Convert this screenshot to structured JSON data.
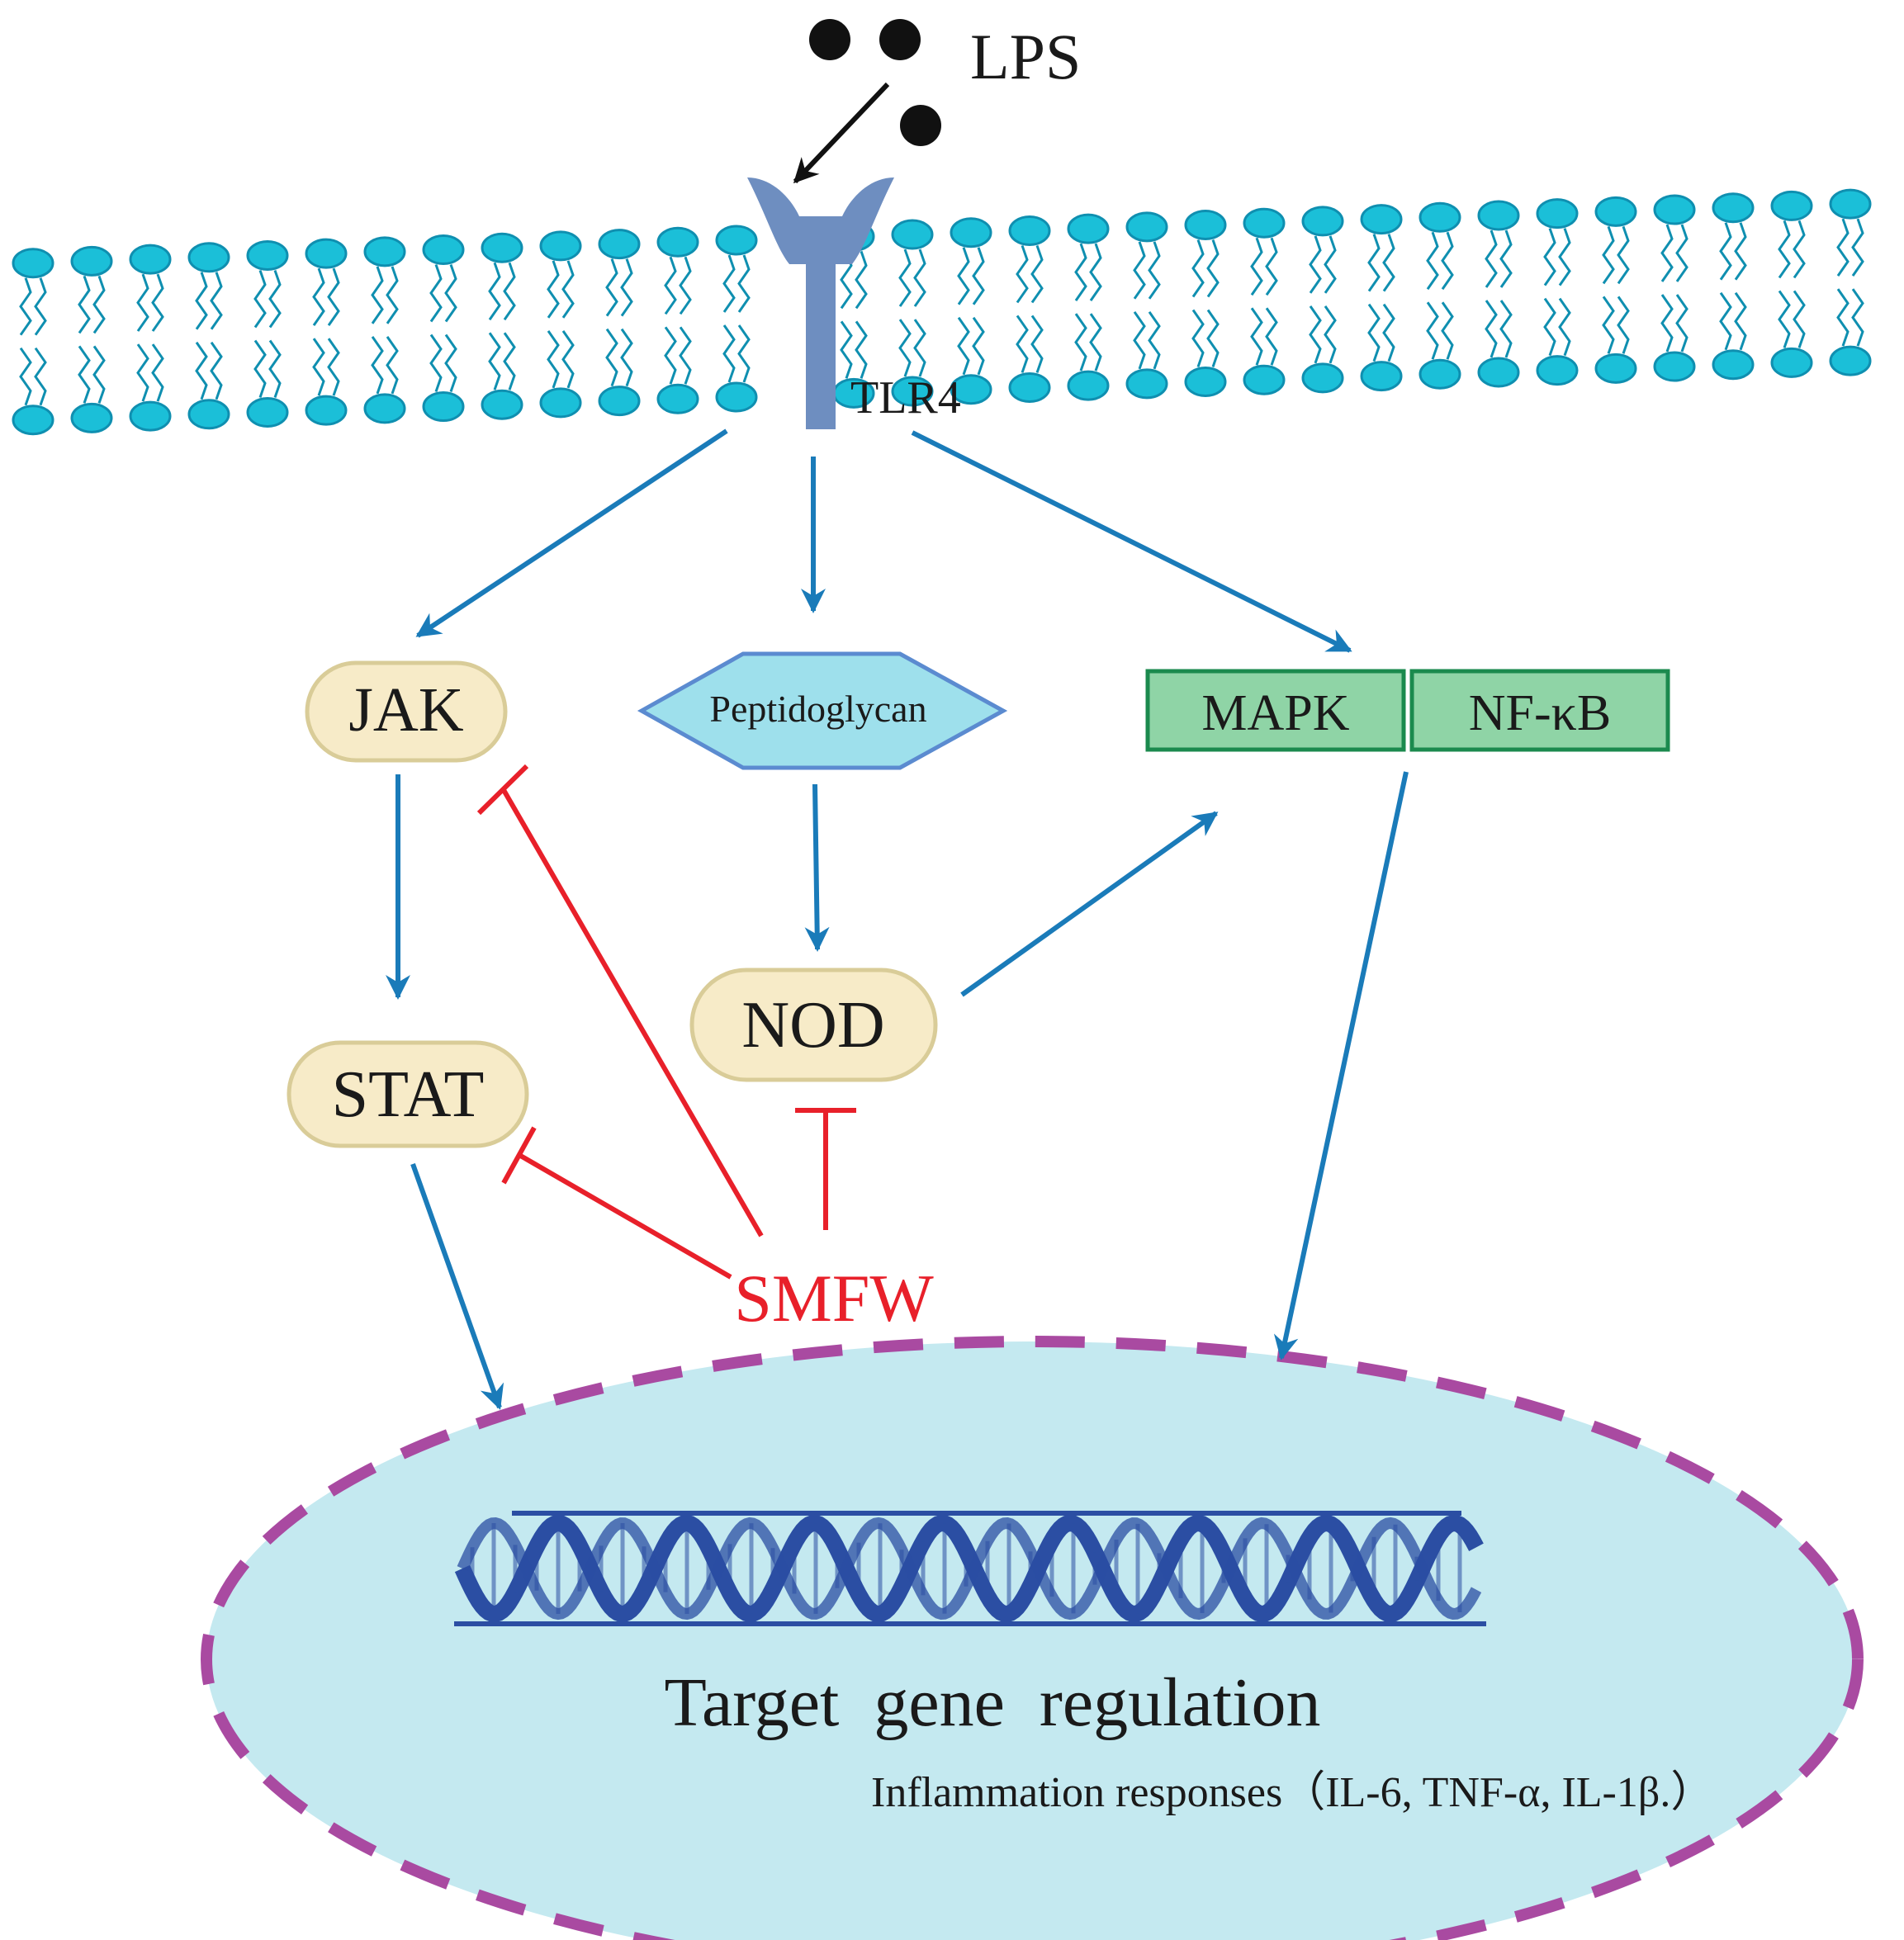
{
  "labels": {
    "lps": "LPS",
    "tlr4": "TLR4",
    "jak": "JAK",
    "peptidoglycan": "Peptidoglycan",
    "mapk": "MAPK",
    "nfkb": "NF-κB",
    "stat": "STAT",
    "nod": "NOD",
    "smfw": "SMFW",
    "target_gene": "Target  gene  regulation",
    "inflammation": "Inflammation responses（IL-6, TNF-α, IL-1β.）"
  },
  "colors": {
    "membrane_head": "#1bbfd8",
    "membrane_head_stroke": "#0f8fb0",
    "receptor": "#6e8ec0",
    "activation_arrow": "#1a7bb9",
    "inhibition": "#e8202a",
    "node_fill": "#f7ebc8",
    "node_stroke": "#d9cc98",
    "hexagon_fill": "#9ee0ec",
    "hexagon_stroke": "#5b8bd0",
    "box_fill": "#8fd4a6",
    "box_stroke": "#1b8a4e",
    "nucleus_fill": "#c4e9f0",
    "nucleus_border": "#a94aa1",
    "dna": "#2b4ea3"
  }
}
